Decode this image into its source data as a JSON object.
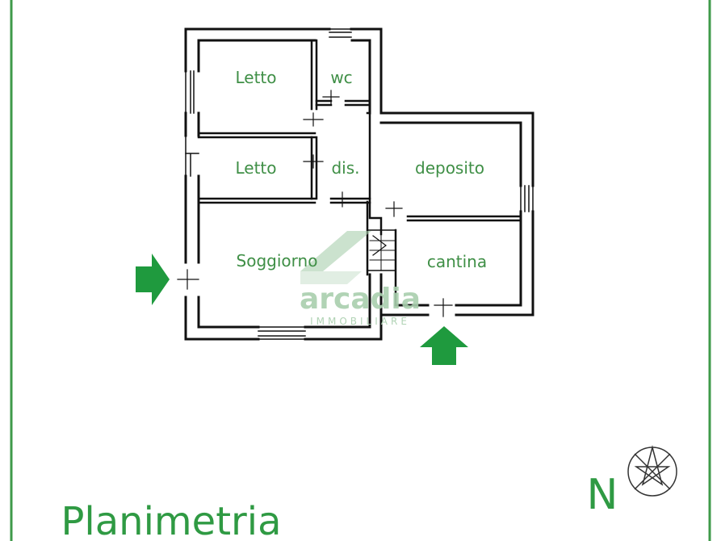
{
  "title": "Planimetria",
  "north_label": "N",
  "watermark": {
    "brand": "arcadia",
    "tagline": "IMMOBILIARE"
  },
  "rooms": [
    {
      "id": "letto-1",
      "label": "Letto"
    },
    {
      "id": "wc",
      "label": "wc"
    },
    {
      "id": "letto-2",
      "label": "Letto"
    },
    {
      "id": "dis",
      "label": "dis."
    },
    {
      "id": "deposito",
      "label": "deposito"
    },
    {
      "id": "soggiorno",
      "label": "Soggiorno"
    },
    {
      "id": "cantina",
      "label": "cantina"
    }
  ],
  "entrances": [
    {
      "id": "entrance-west",
      "direction": "right"
    },
    {
      "id": "entrance-south",
      "direction": "up"
    }
  ],
  "colors": {
    "frame": "#3f9a4a",
    "label": "#3f8f46",
    "arrow": "#1f9a3e",
    "wall": "#111111",
    "watermark": "#a9cfae"
  }
}
